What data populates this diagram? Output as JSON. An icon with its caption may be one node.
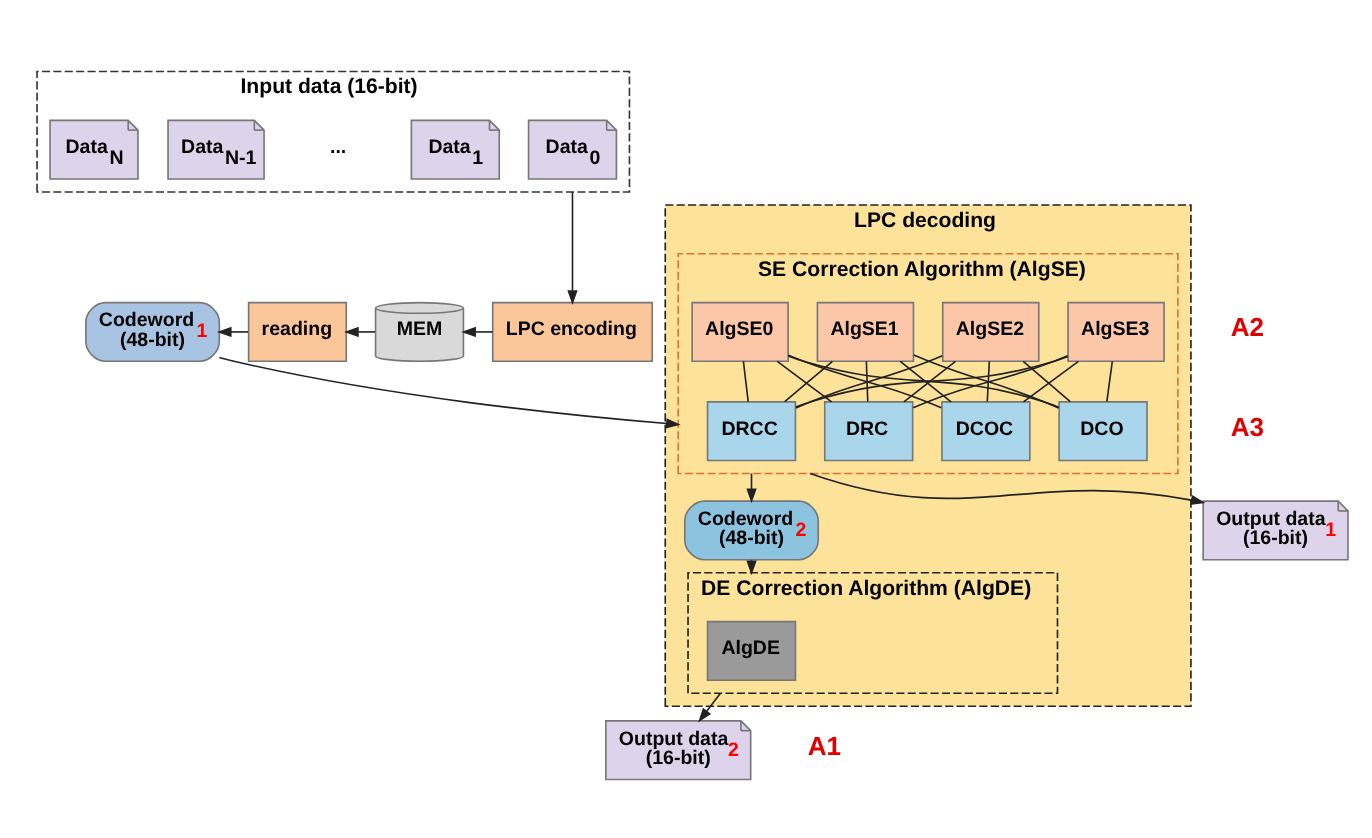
{
  "diagram": {
    "nodes": [
      {
        "text": [
          "Input data (16-bit)"
        ]
      },
      {
        "text": [
          "Data$_{N}$"
        ],
        "in": 0
      },
      {
        "text": [
          "Data$_{N-1}$"
        ],
        "in": 0
      },
      {
        "text": [
          "Data$_{1}$"
        ],
        "in": 0
      },
      {
        "text": [
          "Data$_{0}$"
        ],
        "in": 0
      },
      {
        "text": [
          "LPC encoding"
        ]
      },
      {
        "text": [
          "MEM"
        ]
      },
      {
        "text": [
          "reading"
        ]
      },
      {
        "text": [
          "Codeword$_{1}$ (48-bit)"
        ]
      },
      {
        "text": [
          "LPC decoding"
        ]
      },
      {
        "text": [
          "SE Correction Algorithm (AlgSE)"
        ],
        "in": 9
      },
      {
        "text": [
          "AlgSE0"
        ],
        "in": 10
      },
      {
        "text": [
          "AlgSE1"
        ],
        "in": 10
      },
      {
        "text": [
          "AlgSE2"
        ],
        "in": 10
      },
      {
        "text": [
          "AlgSE3"
        ],
        "in": 10
      },
      {
        "text": [
          "DCO"
        ],
        "in": 10
      },
      {
        "text": [
          "DRC"
        ],
        "in": 10
      },
      {
        "text": [
          "DCOC"
        ],
        "in": 10
      },
      {
        "text": [
          "DRCC"
        ],
        "in": 10
      },
      {
        "text": [
          "Codeword$_{2}$ (48-bit)"
        ],
        "in": 9
      },
      {
        "text": [
          "DE Correction Algorithm (AlgDE)"
        ],
        "in": 9
      },
      {
        "text": [
          "AlgDE"
        ],
        "in": 20
      },
      {
        "text": [
          "Output data$_{1}$ (16-bit)"
        ]
      },
      {
        "text": [
          "Output data$_{2}$ (16-bit)"
        ]
      }
    ],
    "edges": [
      {
        "from": 0,
        "to": 5,
        "arrow": "to"
      },
      {
        "from": 5,
        "to": 6,
        "arrow": "to"
      },
      {
        "from": 6,
        "to": 7,
        "arrow": "to"
      },
      {
        "from": 7,
        "to": 8,
        "arrow": "to"
      },
      {
        "from": 8,
        "to": 10,
        "arrow": "to"
      },
      {
        "from": 11,
        "to": 15,
        "arrow": "none"
      },
      {
        "from": 11,
        "to": 16,
        "arrow": "none"
      },
      {
        "from": 11,
        "to": 17,
        "arrow": "none"
      },
      {
        "from": 11,
        "to": 18,
        "arrow": "none"
      },
      {
        "from": 12,
        "to": 15,
        "arrow": "none"
      },
      {
        "from": 12,
        "to": 16,
        "arrow": "none"
      },
      {
        "from": 12,
        "to": 17,
        "arrow": "none"
      },
      {
        "from": 12,
        "to": 18,
        "arrow": "none"
      },
      {
        "from": 13,
        "to": 15,
        "arrow": "none"
      },
      {
        "from": 13,
        "to": 16,
        "arrow": "none"
      },
      {
        "from": 13,
        "to": 17,
        "arrow": "none"
      },
      {
        "from": 13,
        "to": 18,
        "arrow": "none"
      },
      {
        "from": 14,
        "to": 15,
        "arrow": "none"
      },
      {
        "from": 14,
        "to": 16,
        "arrow": "none"
      },
      {
        "from": 14,
        "to": 17,
        "arrow": "none"
      },
      {
        "from": 14,
        "to": 18,
        "arrow": "none"
      },
      {
        "from": 10,
        "to": 19,
        "arrow": "to"
      },
      {
        "from": 19,
        "to": 20,
        "arrow": "to"
      },
      {
        "from": 10,
        "to": 22,
        "arrow": "to"
      },
      {
        "from": 20,
        "to": 23,
        "arrow": "to"
      }
    ],
    "labels": [
      "...",
      "A1",
      "A2",
      "A3"
    ]
  }
}
